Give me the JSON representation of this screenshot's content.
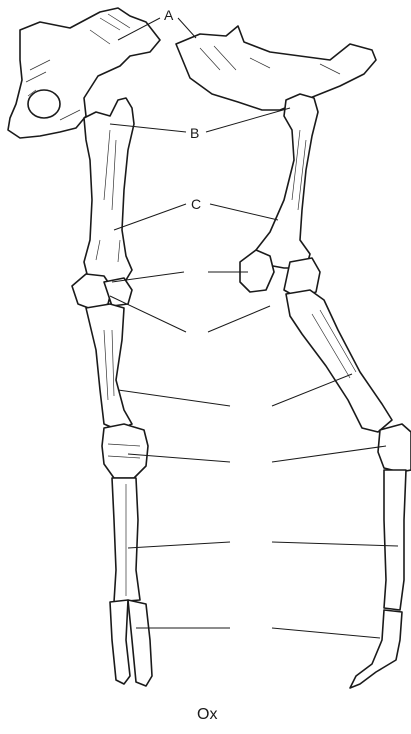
{
  "figure": {
    "labels": {
      "a": "A",
      "b": "B",
      "c": "C"
    },
    "caption": "Ox",
    "colors": {
      "ink": "#1a1a1a",
      "paper": "#ffffff"
    }
  }
}
